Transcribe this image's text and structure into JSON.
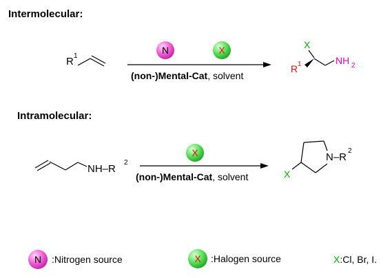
{
  "headings": {
    "intermolecular": "Intermolecular:",
    "intramolecular": "Intramolecular:"
  },
  "reaction1": {
    "conditions_bold": "(non-)Mental-Cat",
    "conditions_rest": ", solvent",
    "reactant_label": "R",
    "reactant_sup": "1",
    "product_x": "X",
    "product_r": "R",
    "product_r_sup": "1",
    "product_nh2": "NH",
    "product_nh2_sub": "2"
  },
  "reaction2": {
    "conditions_bold": "(non-)Mental-Cat",
    "conditions_rest": ", solvent",
    "reactant_nh": "NH–R",
    "reactant_sup": "2",
    "product_n": "N–R",
    "product_sup": "2",
    "product_x": "X"
  },
  "badges": {
    "nitrogen": "N",
    "halogen": "X"
  },
  "legend": {
    "nitrogen": ":Nitrogen source",
    "halogen": ":Halogen source",
    "x_prefix": "X",
    "x_rest": ":Cl, Br, I."
  },
  "colors": {
    "nitrogen_badge": "#e83cc8",
    "halogen_badge": "#3cd23c",
    "x_green": "#00b000",
    "nh2_magenta": "#e000c0",
    "r1_red": "#e01010"
  }
}
